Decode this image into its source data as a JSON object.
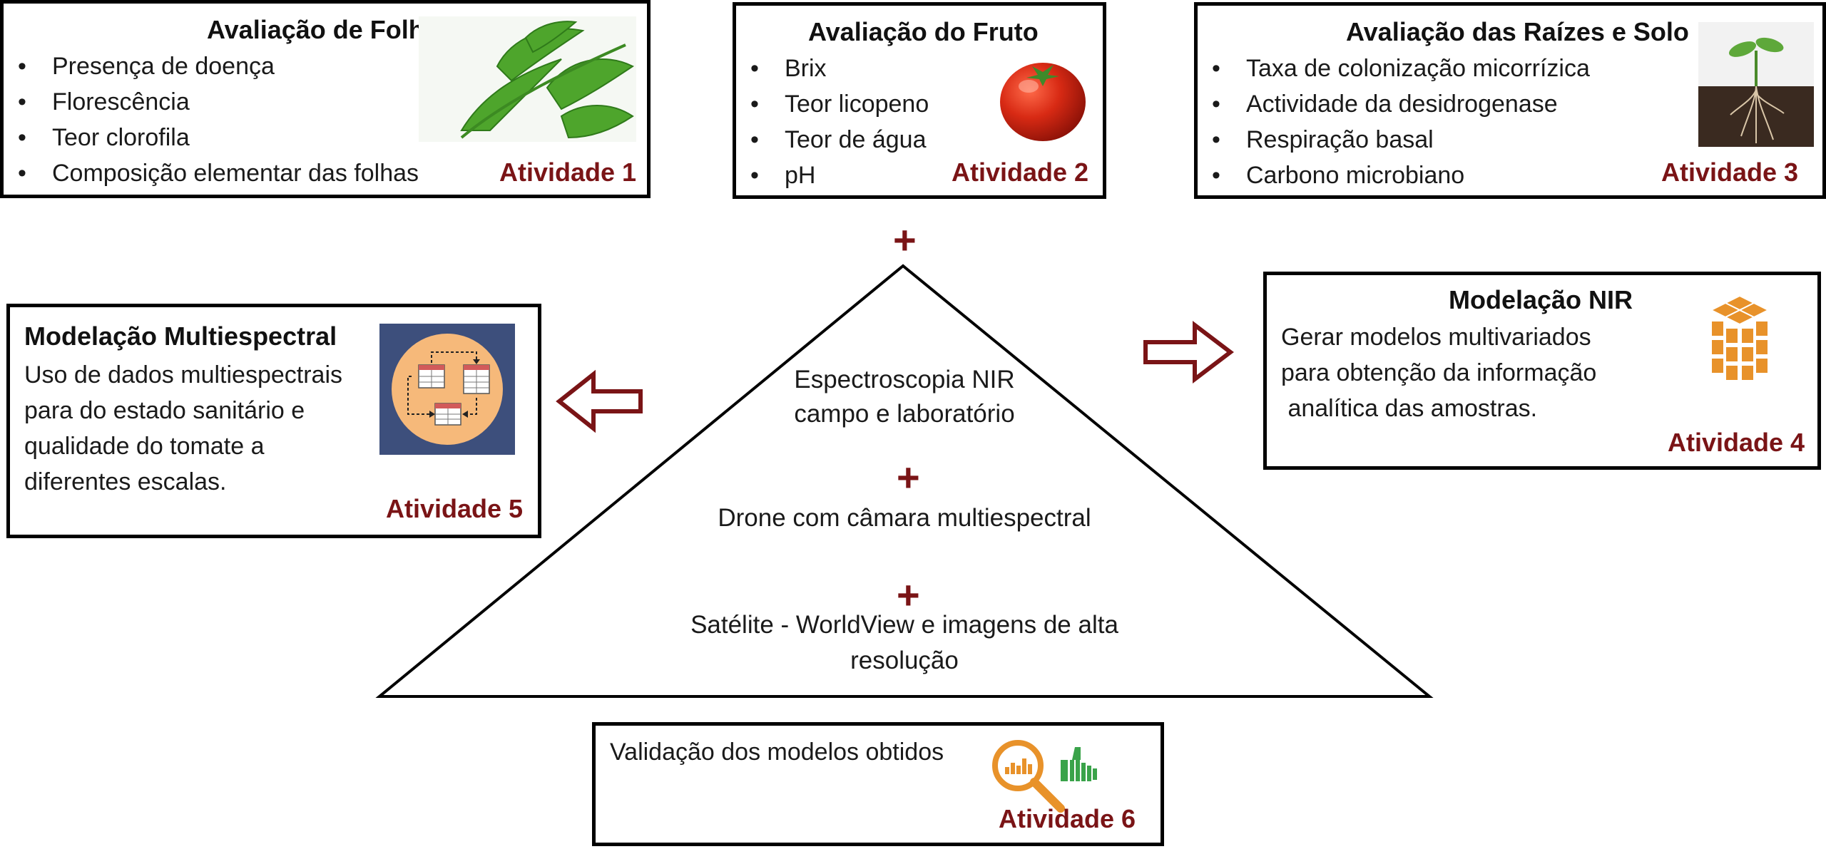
{
  "leaf_box": {
    "title": "Avaliação de Folhas",
    "items": [
      "Presença de doença",
      "Florescência",
      "Teor clorofila",
      "Composição elementar das folhas"
    ],
    "activity": "Atividade 1",
    "image_icon": "tomato-leaf-photo"
  },
  "fruit_box": {
    "title": "Avaliação do Fruto",
    "items": [
      "Brix",
      "Teor licopeno",
      "Teor de água",
      "pH"
    ],
    "activity": "Atividade 2",
    "image_icon": "tomato-photo"
  },
  "roots_box": {
    "title": "Avaliação das Raízes e Solo",
    "items": [
      "Taxa de colonização micorrízica",
      "Actividade da desidrogenase",
      "Respiração basal",
      "Carbono microbiano"
    ],
    "activity": "Atividade 3",
    "image_icon": "seedling-soil-photo"
  },
  "nir_box": {
    "title": "Modelação NIR",
    "lines": [
      "Gerar modelos multivariados",
      "para obtenção da informação",
      " analítica das amostras."
    ],
    "activity": "Atividade 4",
    "image_icon": "cube-grid-icon"
  },
  "multispectral_box": {
    "title": "Modelação Multiespectral",
    "lines": [
      "Uso de dados multiespectrais",
      "para do estado sanitário e",
      "qualidade do tomate a",
      "diferentes escalas."
    ],
    "activity": "Atividade 5",
    "image_icon": "data-tables-icon"
  },
  "validation_box": {
    "text": "Validação dos modelos obtidos",
    "activity": "Atividade 6",
    "icons": [
      "magnifier-chart-icon",
      "thumbs-up-icon"
    ]
  },
  "triangle": {
    "top_plus": "+",
    "line1": "Espectroscopia NIR",
    "line2": "campo e laboratório",
    "plus1": "+",
    "line3": "Drone com câmara multiespectral",
    "plus2": "+",
    "line4": "Satélite - WorldView e imagens de alta",
    "line5": "resolução"
  },
  "colors": {
    "accent": "#7a1416",
    "border": "#000000",
    "icon_orange": "#e8922a",
    "icon_green": "#3aa34a",
    "icon_navy": "#3d4f7c"
  }
}
